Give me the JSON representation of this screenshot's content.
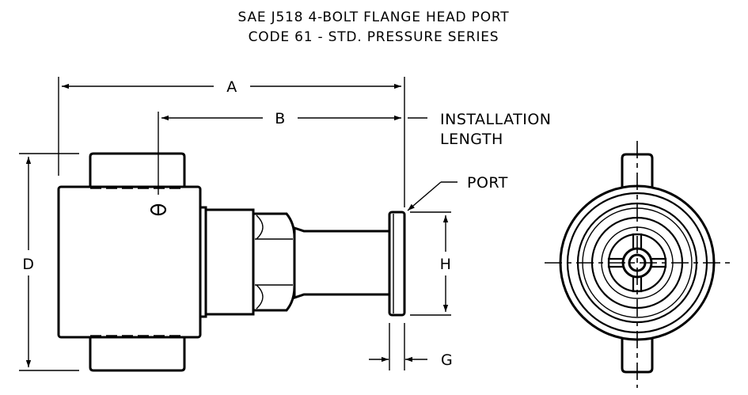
{
  "title": {
    "line1": "SAE J518 4-BOLT FLANGE HEAD PORT",
    "line2": "CODE 61 - STD. PRESSURE SERIES"
  },
  "dimensions": {
    "a": "A",
    "b": "B",
    "d": "D",
    "h": "H",
    "g": "G"
  },
  "callouts": {
    "installation_line1": "INSTALLATION",
    "installation_line2": "LENGTH",
    "port": "PORT"
  }
}
